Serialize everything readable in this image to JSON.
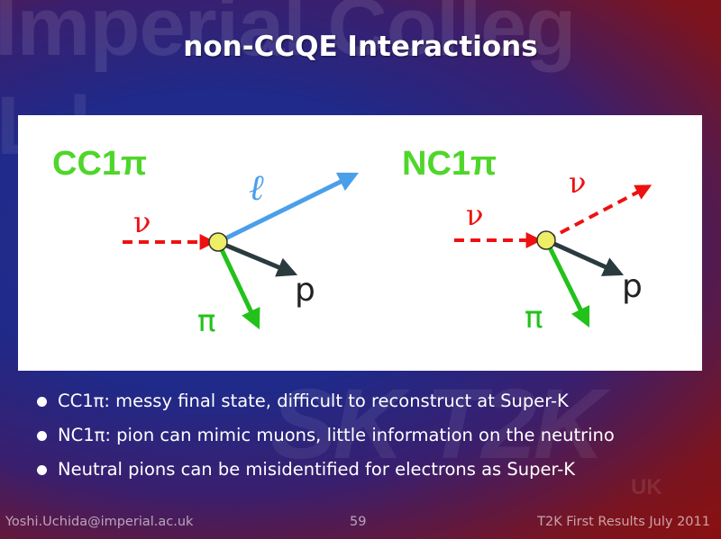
{
  "slide": {
    "title": "non-CCQE Interactions"
  },
  "background": {
    "watermark_line1": "Imperial Colleg",
    "watermark_line2": "L         l",
    "logo_text": "SK T2K",
    "logo_suffix": "UK"
  },
  "diagram": {
    "cc": {
      "label": "CC1π",
      "neutrino": "ν",
      "lepton": "ℓ",
      "proton": "p",
      "pion": "π"
    },
    "nc": {
      "label": "NC1π",
      "neutrino_in": "ν",
      "neutrino_out": "ν",
      "proton": "p",
      "pion": "π"
    },
    "colors": {
      "label_green": "#4fd62a",
      "neutrino_red": "#ee1111",
      "lepton_blue": "#4a9fea",
      "pion_green": "#22c21a",
      "proton_dark": "#2a3b40",
      "vertex_yellow": "#eeee66"
    }
  },
  "bullets": [
    "CC1π: messy final state, difficult to reconstruct at Super-K",
    "NC1π: pion can mimic muons, little information on the neutrino",
    "Neutral pions can be misidentified for electrons as Super-K"
  ],
  "footer": {
    "email": "Yoshi.Uchida@imperial.ac.uk",
    "page_number": "59",
    "event": "T2K First Results July 2011"
  }
}
